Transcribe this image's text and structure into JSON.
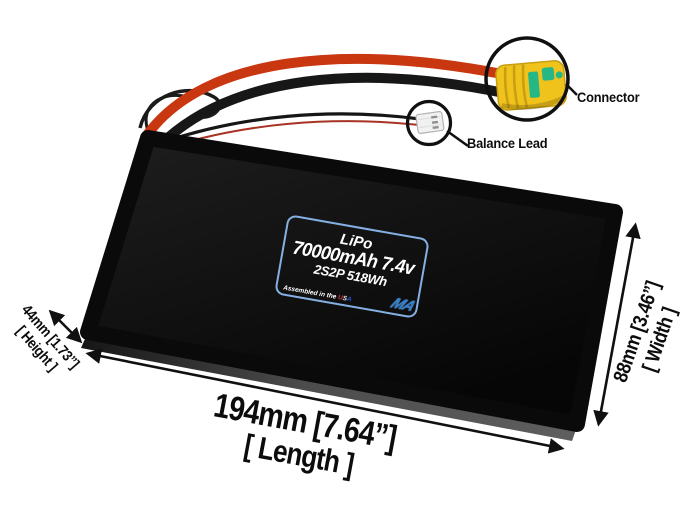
{
  "battery_label": {
    "chemistry": "LiPo",
    "capacity_voltage": "70000mAh 7.4v",
    "config_energy": "2S2P 518Wh",
    "assembled_prefix": "Assembled in the ",
    "usa_u": "U",
    "usa_s": "S",
    "usa_a": "A",
    "logo_text": "MA"
  },
  "callouts": {
    "connector": "Connector",
    "balance_lead": "Balance Lead"
  },
  "dimensions": {
    "length": {
      "value": "194mm [7.64”]",
      "label": "[ Length ]"
    },
    "width": {
      "value": "88mm [3.46”]",
      "label": "[ Width ]"
    },
    "height": {
      "value": "44mm [1.73”]",
      "label": "[ Height ]"
    }
  },
  "colors": {
    "background": "#ffffff",
    "battery_black": "#0a0a0a",
    "battery_side_gray": "#5d5d5d",
    "label_border_blue": "#85b0e3",
    "logo_blue": "#2e7fd2",
    "wire_red": "#c93711",
    "wire_black": "#171717",
    "connector_yellow": "#efc31c",
    "connector_green": "#26b787",
    "balance_plug_white": "#f1f1f1",
    "annotation_black": "#101010",
    "usa_red": "#d03030",
    "usa_white": "#e8e8e8",
    "usa_blue": "#2753d8"
  }
}
